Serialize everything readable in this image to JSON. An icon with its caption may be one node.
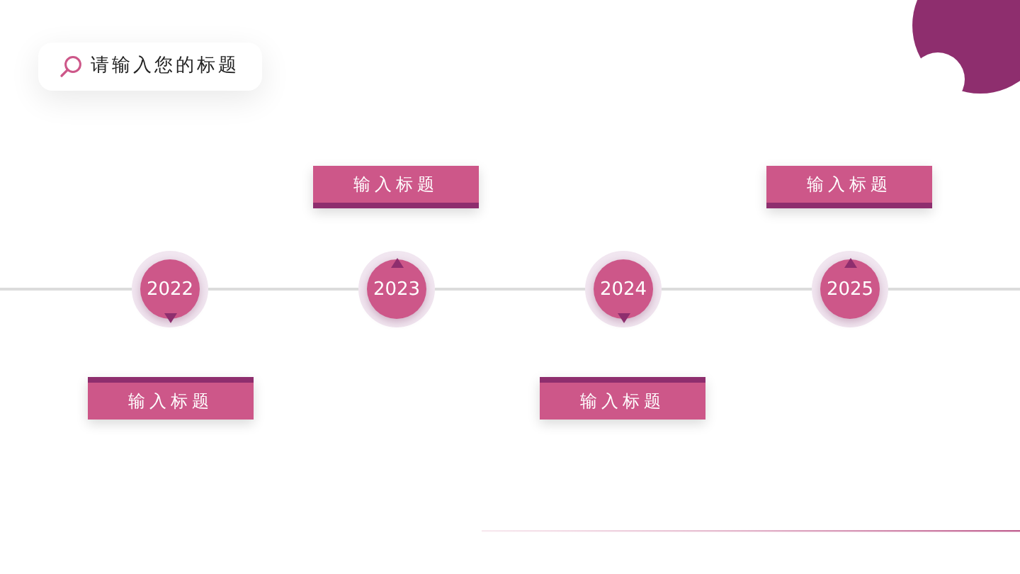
{
  "diagram": {
    "title": "请输入您的标题",
    "nodes": [
      {
        "text": [
          "2022"
        ]
      },
      {
        "text": [
          "输入标题"
        ]
      },
      {
        "text": [
          "2023"
        ]
      },
      {
        "text": [
          "输入标题"
        ]
      },
      {
        "text": [
          "2024"
        ]
      },
      {
        "text": [
          "输入标题"
        ]
      },
      {
        "text": [
          "2025"
        ]
      },
      {
        "text": [
          "输入标题"
        ]
      }
    ],
    "edges": [
      {
        "from": 0,
        "to": 2,
        "arrow": "none"
      },
      {
        "from": 2,
        "to": 4,
        "arrow": "none"
      },
      {
        "from": 4,
        "to": 6,
        "arrow": "none"
      }
    ]
  }
}
